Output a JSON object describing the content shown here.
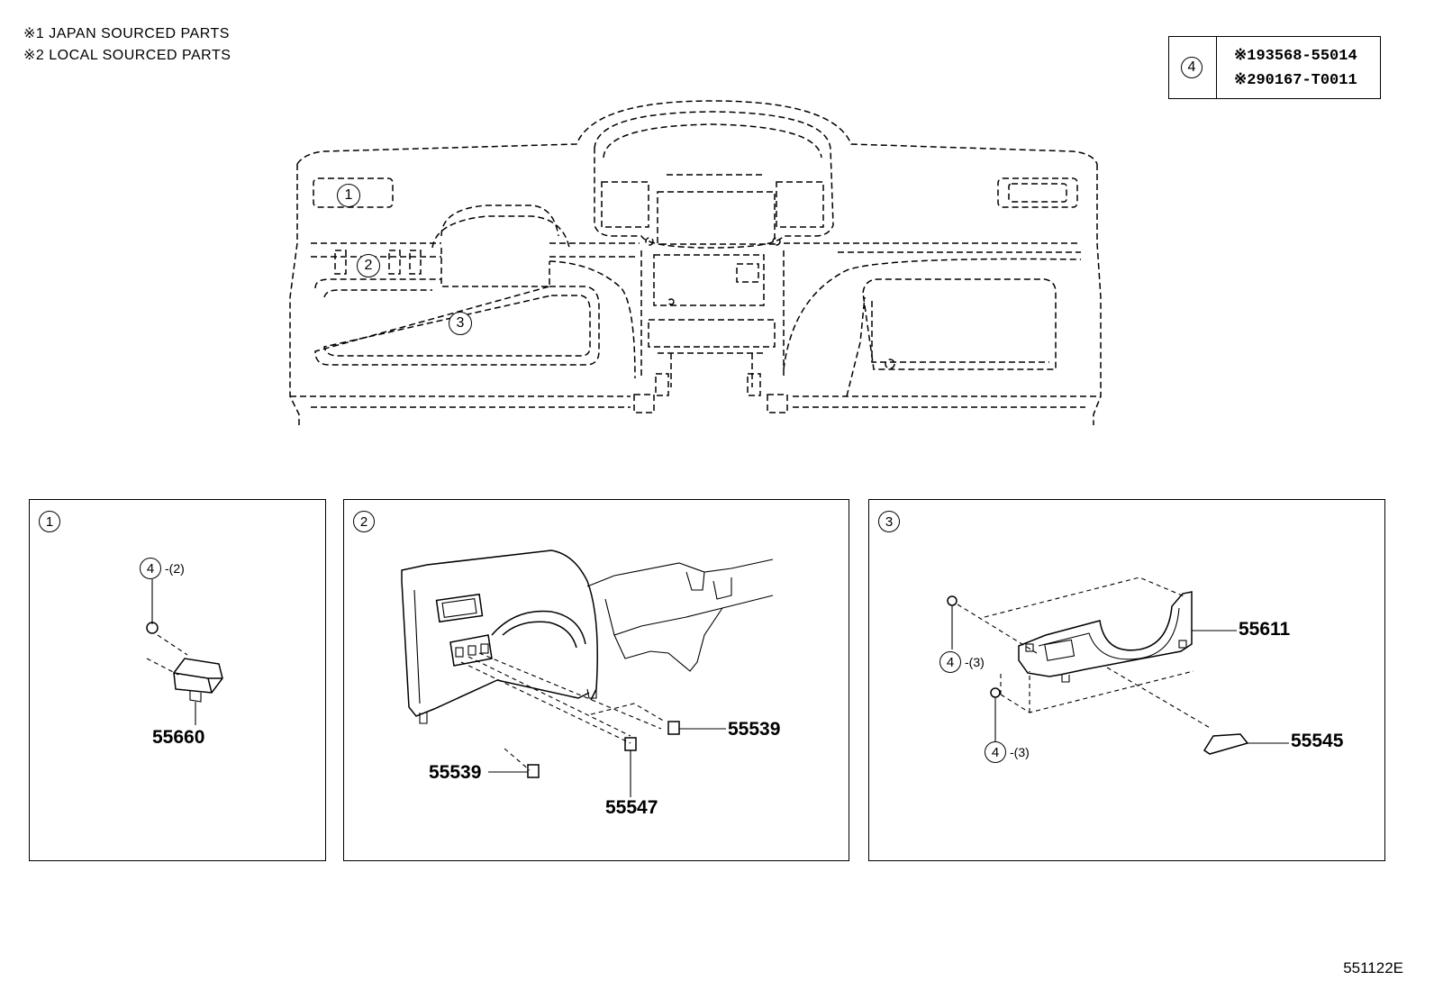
{
  "notes": {
    "japan": "※1 JAPAN SOURCED PARTS",
    "local": "※2 LOCAL SOURCED PARTS"
  },
  "ref_table": {
    "circle": "4",
    "line1": "※193568-55014",
    "line2": "※290167-T0011"
  },
  "overview": {
    "callout_1": "1",
    "callout_2": "2",
    "callout_3": "3"
  },
  "panel_1": {
    "label": "1",
    "fastener_ref": "4",
    "fastener_qty": "-(2)",
    "part_55660": "55660"
  },
  "panel_2": {
    "label": "2",
    "part_55539_right": "55539",
    "part_55539_left": "55539",
    "part_55547": "55547"
  },
  "panel_3": {
    "label": "3",
    "fastener_ref_top": "4",
    "fastener_qty_top": "-(3)",
    "fastener_ref_bottom": "4",
    "fastener_qty_bottom": "-(3)",
    "part_55611": "55611",
    "part_55545": "55545"
  },
  "diagram_id": "551122E"
}
